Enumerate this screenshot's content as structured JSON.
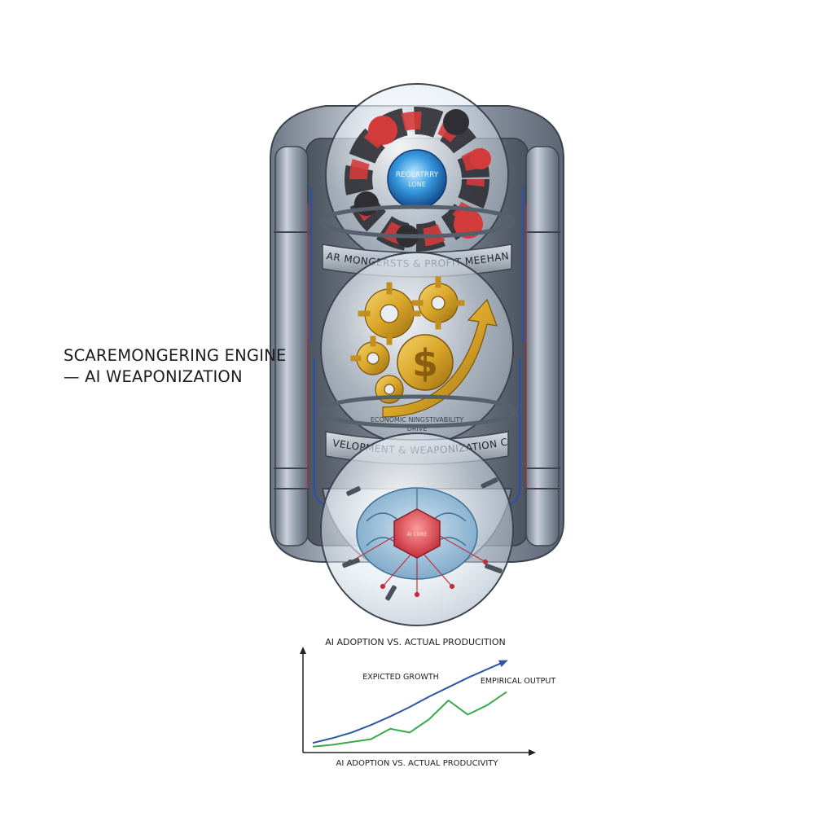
{
  "side_title": {
    "line1": "SCAREMONGERING ENGINE",
    "line2": "— AI WEAPONIZATION"
  },
  "engine": {
    "top_chamber": {
      "core_label_line1": "REGLATRRY",
      "core_label_line2": "LONE"
    },
    "band_1": "FEAR MONGERSTS & PROFIT MEEHANIH",
    "middle_chamber": {
      "caption_line1": "ECONOMIC NINGSTIVABILITY",
      "caption_line2": "DRIVE"
    },
    "band_2": "AI DEVELOPMENT & WEAPONIZATION CORE",
    "bottom_chamber": {
      "core_label": "AI CORE"
    }
  },
  "chart_data": {
    "type": "line",
    "title": "AI ADOPTION VS. ACTUAL PRODUCITION",
    "xlabel": "AI ADOPTION VS. ACTUAL PRODUCIVITY",
    "ylabel": "",
    "grid": false,
    "legend": "inline",
    "x": [
      0,
      1,
      2,
      3,
      4,
      5,
      6,
      7,
      8,
      9,
      10
    ],
    "xlim": [
      0,
      10
    ],
    "ylim": [
      0,
      10
    ],
    "series": [
      {
        "name": "EXPICTED GROWTH",
        "color": "#2f55a6",
        "values": [
          0.5,
          1.0,
          1.6,
          2.4,
          3.3,
          4.3,
          5.4,
          6.4,
          7.4,
          8.3,
          9.2
        ]
      },
      {
        "name": "EMPIRICAL OUTPUT",
        "color": "#3aa84a",
        "values": [
          0.1,
          0.3,
          0.6,
          0.9,
          2.0,
          1.6,
          3.0,
          5.0,
          3.5,
          4.5,
          5.9
        ]
      }
    ]
  },
  "colors": {
    "metal": "#8e98a6",
    "metal_dark": "#5c6573",
    "glass": "#dfe9f2",
    "fear_red": "#d43b3b",
    "smoke": "#2e2e33",
    "gold": "#d9a629",
    "brain_blue": "#6fa2c9",
    "wire_blue": "#2b4fb0"
  }
}
